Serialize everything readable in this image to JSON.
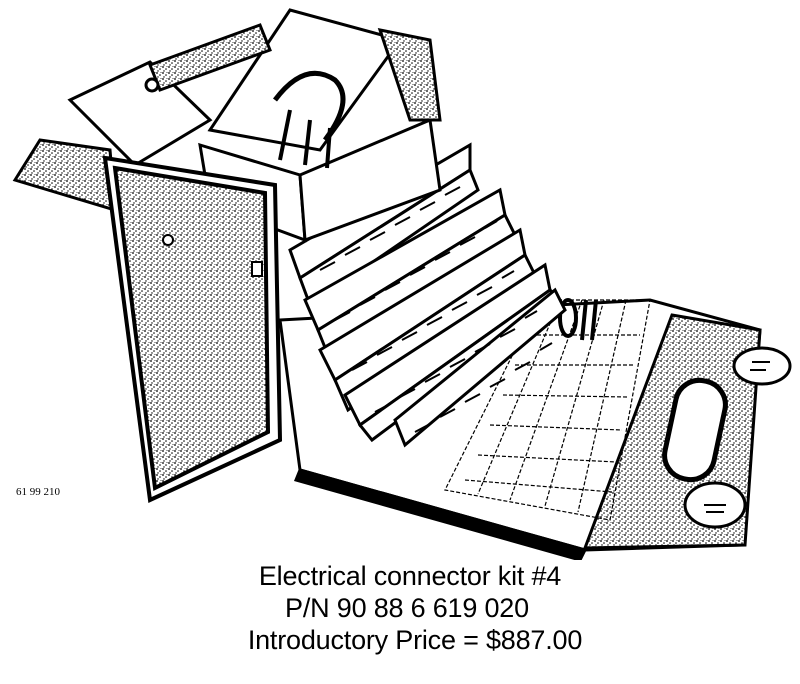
{
  "figure": {
    "number": "61 99 210"
  },
  "caption": {
    "line1": "Electrical connector kit #4",
    "line2": "P/N 90 88 6 619 020",
    "line3": "Introductory Price = $887.00"
  }
}
